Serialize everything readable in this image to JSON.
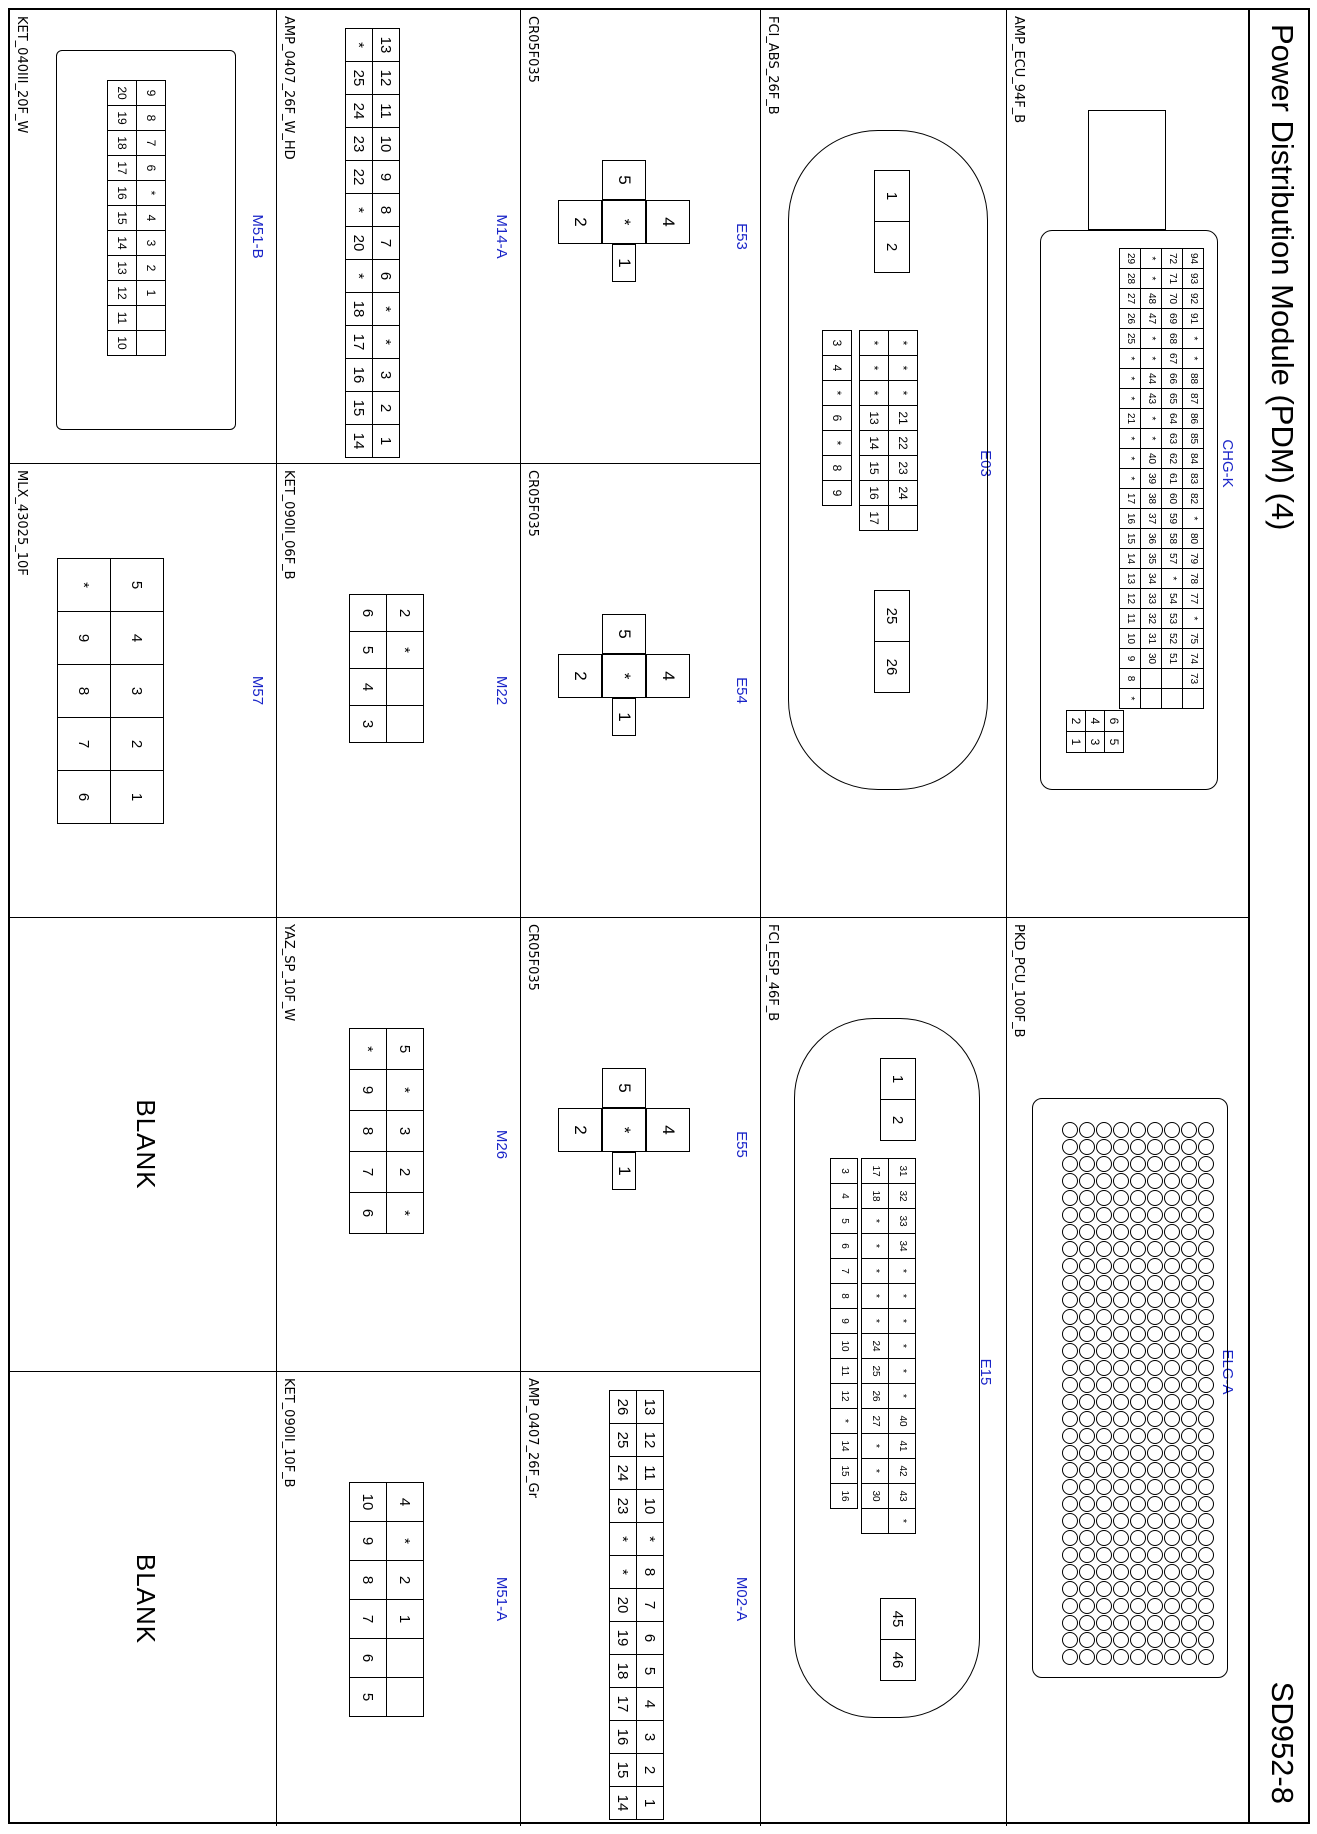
{
  "header": {
    "title": "Power Distribution Module (PDM) (4)",
    "sheet": "SD952-8"
  },
  "blank_label": "BLANK",
  "colors": {
    "connector_id": "#1a25c8",
    "line": "#000000"
  },
  "connectors": {
    "CHG-K": {
      "id": "CHG-K",
      "type": "AMP_ECU_94F_B",
      "rows": [
        [
          "94",
          "93",
          "92",
          "91",
          "*",
          "*",
          "88",
          "87",
          "86",
          "85",
          "84",
          "83",
          "82",
          "*",
          "80",
          "79",
          "78",
          "77",
          "*",
          "75",
          "74",
          "73"
        ],
        [
          "72",
          "71",
          "70",
          "69",
          "68",
          "67",
          "66",
          "65",
          "64",
          "63",
          "62",
          "61",
          "60",
          "59",
          "58",
          "57",
          "*",
          "54",
          "53",
          "52",
          "51"
        ],
        [
          "*",
          "*",
          "48",
          "47",
          "*",
          "*",
          "44",
          "43",
          "*",
          "*",
          "40",
          "39",
          "38",
          "37",
          "36",
          "35",
          "34",
          "33",
          "32",
          "31",
          "30"
        ],
        [
          "29",
          "28",
          "27",
          "26",
          "25",
          "*",
          "*",
          "*",
          "21",
          "*",
          "*",
          "*",
          "17",
          "16",
          "15",
          "14",
          "13",
          "12",
          "11",
          "10",
          "9",
          "8",
          "*"
        ]
      ],
      "small": [
        [
          "6",
          "5"
        ],
        [
          "4",
          "3"
        ],
        [
          "2",
          "1"
        ]
      ]
    },
    "ELG-A": {
      "id": "ELG-A",
      "type": "PKD_PCU_100F_B"
    },
    "E03": {
      "id": "E03",
      "type": "FCI_ABS_26F_B",
      "top": [
        "1",
        "2"
      ],
      "block_a": [
        [
          "*",
          "*",
          "*",
          "21",
          "22",
          "23",
          "24"
        ],
        [
          "*",
          "*",
          "*",
          "13",
          "14",
          "15",
          "16",
          "17"
        ]
      ],
      "block_b": [
        "3",
        "4",
        "*",
        "6",
        "*",
        "8",
        "9"
      ],
      "bottom": [
        "25",
        "26"
      ]
    },
    "E15": {
      "id": "E15",
      "type": "FCI_ESP_46F_B",
      "top": [
        "1",
        "2"
      ],
      "block_a": [
        [
          "31",
          "32",
          "33",
          "34",
          "*",
          "*",
          "*",
          "*",
          "*",
          "*",
          "40",
          "41",
          "42",
          "43",
          "*"
        ],
        [
          "17",
          "18",
          "*",
          "*",
          "*",
          "*",
          "*",
          "24",
          "25",
          "26",
          "27",
          "*",
          "*",
          "30"
        ]
      ],
      "block_b": [
        "3",
        "4",
        "5",
        "6",
        "7",
        "8",
        "9",
        "10",
        "11",
        "12",
        "*",
        "14",
        "15",
        "16"
      ],
      "bottom": [
        "45",
        "46"
      ]
    },
    "E53": {
      "id": "E53",
      "type": "CR05F035",
      "pins": [
        "4",
        "*",
        "5",
        "1",
        "2"
      ]
    },
    "E54": {
      "id": "E54",
      "type": "CR05F035",
      "pins": [
        "4",
        "*",
        "5",
        "1",
        "2"
      ]
    },
    "E55": {
      "id": "E55",
      "type": "CR05F035",
      "pins": [
        "4",
        "*",
        "5",
        "1",
        "2"
      ]
    },
    "M02-A": {
      "id": "M02-A",
      "type": "AMP_0407_26F_Gr",
      "row1": [
        "13",
        "12",
        "11",
        "10",
        "*",
        "8",
        "7",
        "6",
        "5",
        "4",
        "3",
        "2",
        "1"
      ],
      "row2": [
        "26",
        "25",
        "24",
        "23",
        "*",
        "*",
        "20",
        "19",
        "18",
        "17",
        "16",
        "15",
        "14"
      ]
    },
    "M14-A": {
      "id": "M14-A",
      "type": "AMP_0407_26F_W_HD",
      "row1": [
        "13",
        "12",
        "11",
        "10",
        "9",
        "8",
        "7",
        "6",
        "*",
        "*",
        "3",
        "2",
        "1"
      ],
      "row2": [
        "*",
        "25",
        "24",
        "23",
        "22",
        "*",
        "20",
        "*",
        "18",
        "17",
        "16",
        "15",
        "14"
      ]
    },
    "M22": {
      "id": "M22",
      "type": "KET_090II_06F_B",
      "row1": [
        "2",
        "*"
      ],
      "row2": [
        "6",
        "5",
        "4",
        "3"
      ]
    },
    "M26": {
      "id": "M26",
      "type": "YAZ_SP_10F_W",
      "row1": [
        "5",
        "*",
        "3",
        "2",
        "*"
      ],
      "row2": [
        "*",
        "9",
        "8",
        "7",
        "6"
      ]
    },
    "M51-A": {
      "id": "M51-A",
      "type": "KET_090II_10F_B",
      "row1": [
        "4",
        "*",
        "2",
        "1"
      ],
      "row2": [
        "10",
        "9",
        "8",
        "7",
        "6",
        "5"
      ]
    },
    "M51-B": {
      "id": "M51-B",
      "type": "KET_040III_20F_W",
      "row1": [
        "9",
        "8",
        "7",
        "6",
        "*",
        "4",
        "3",
        "2",
        "1"
      ],
      "row2": [
        "20",
        "19",
        "18",
        "17",
        "16",
        "15",
        "14",
        "13",
        "12",
        "11",
        "10"
      ]
    },
    "M57": {
      "id": "M57",
      "type": "MLX_43025_10F",
      "row1": [
        "5",
        "4",
        "3",
        "2",
        "1"
      ],
      "row2": [
        "*",
        "9",
        "8",
        "7",
        "6"
      ]
    }
  }
}
